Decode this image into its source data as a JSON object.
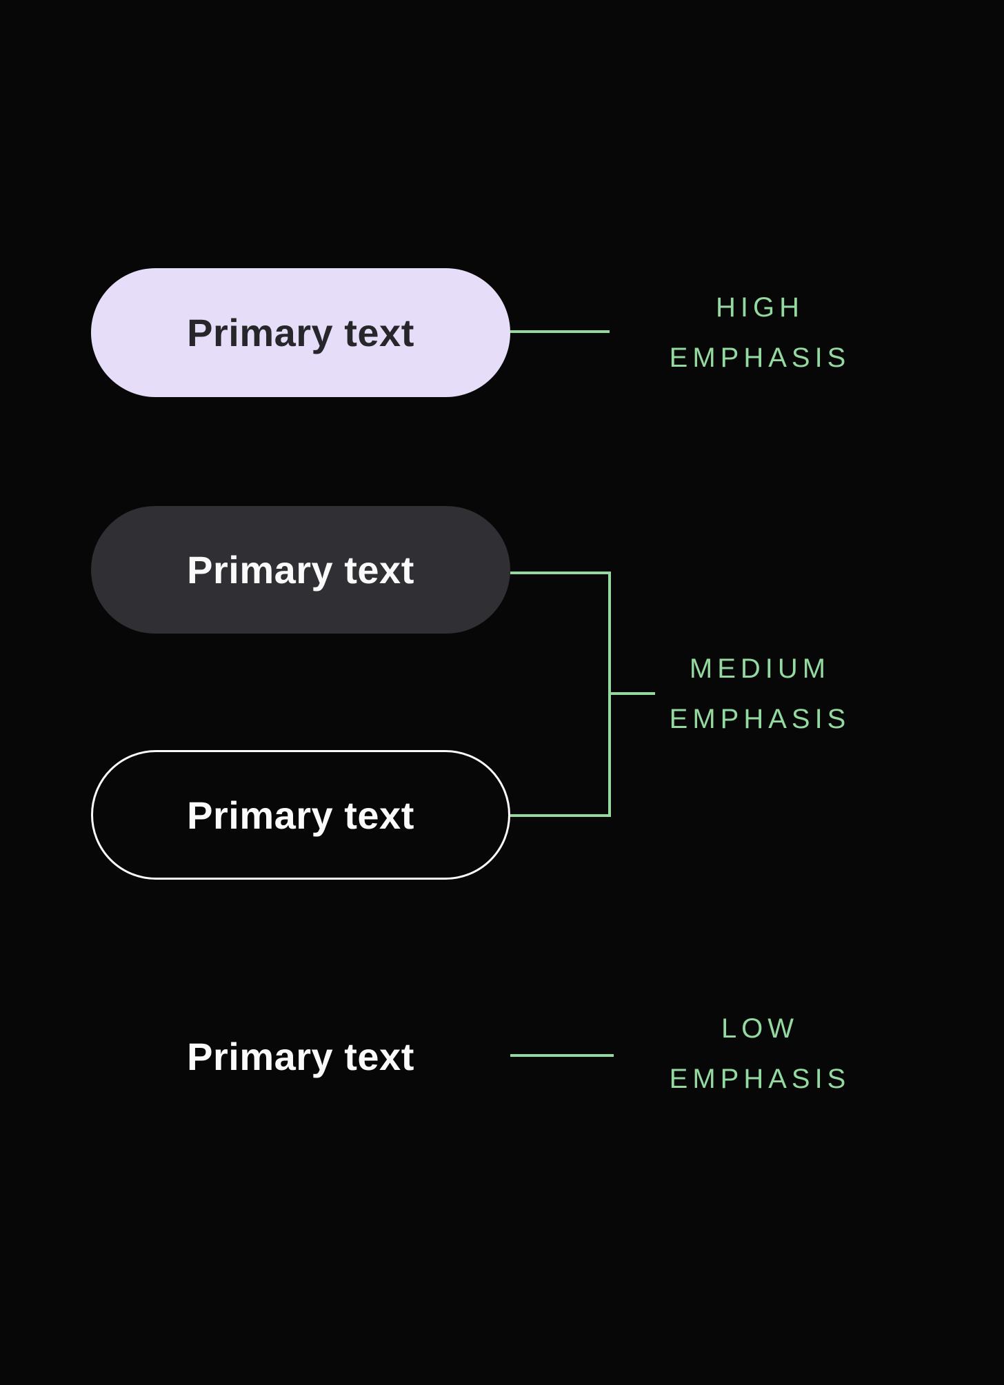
{
  "diagram": {
    "description": "Button emphasis levels diagram on dark background",
    "groups": [
      {
        "id": "high",
        "buttons": [
          {
            "style": "filled",
            "label": "Primary text"
          }
        ],
        "emphasis": {
          "line1": "HIGH",
          "line2": "EMPHASIS"
        }
      },
      {
        "id": "medium",
        "buttons": [
          {
            "style": "tonal",
            "label": "Primary text"
          },
          {
            "style": "outlined",
            "label": "Primary text"
          }
        ],
        "emphasis": {
          "line1": "MEDIUM",
          "line2": "EMPHASIS"
        }
      },
      {
        "id": "low",
        "buttons": [
          {
            "style": "text",
            "label": "Primary text"
          }
        ],
        "emphasis": {
          "line1": "LOW",
          "line2": "EMPHASIS"
        }
      }
    ],
    "colors": {
      "background": "#070707",
      "filled_button_bg": "#E6DDF8",
      "filled_button_text": "#26262B",
      "tonal_button_bg": "#303034",
      "tonal_button_text": "#FAFAFA",
      "outlined_button_border": "#FCFCFC",
      "outlined_button_text": "#FAFAFA",
      "text_button_text": "#FAFAFA",
      "connector_green": "#93D9A0",
      "label_green": "#93D9A0"
    }
  }
}
